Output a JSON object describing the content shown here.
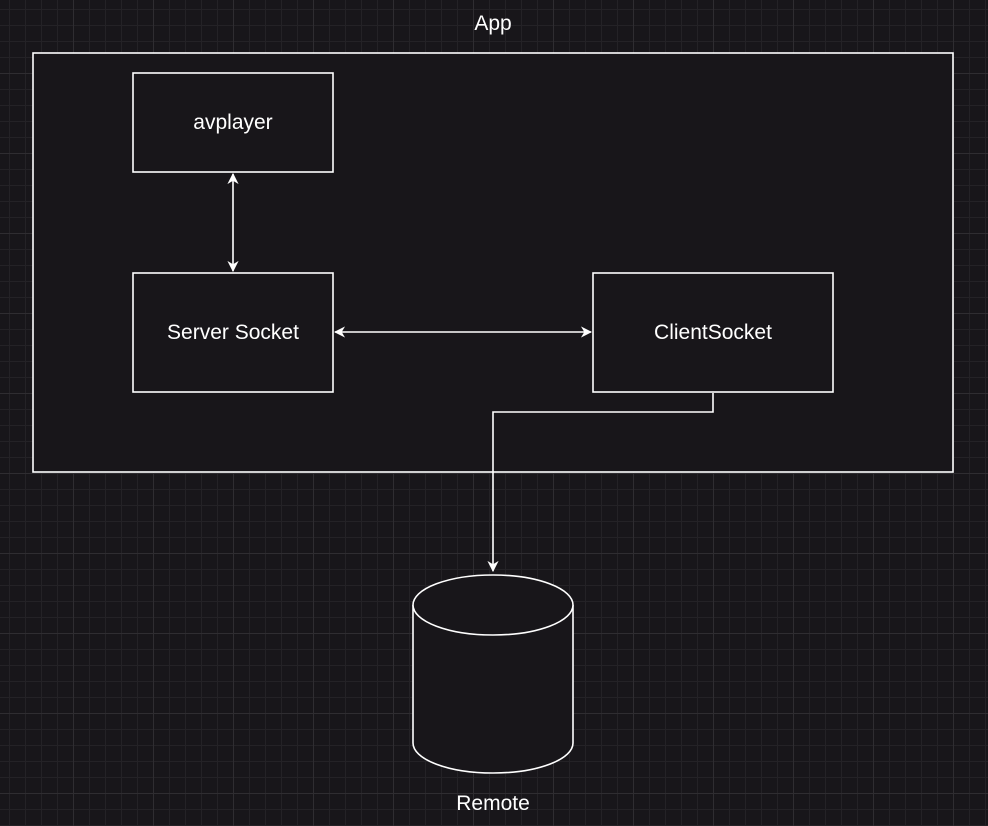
{
  "diagram": {
    "container_label": "App",
    "nodes": {
      "avplayer": "avplayer",
      "server_socket": "Server Socket",
      "client_socket": "ClientSocket",
      "remote": "Remote"
    },
    "colors": {
      "background": "#18161a",
      "stroke": "#ffffff",
      "text": "#ffffff"
    }
  }
}
